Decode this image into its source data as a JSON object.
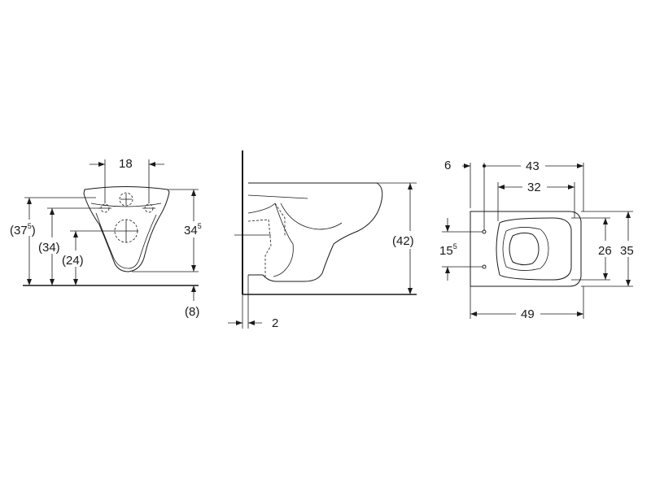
{
  "front_view": {
    "dim_width_holes": "18",
    "dim_height_total": "(37",
    "dim_height_total_sup": "5",
    "dim_height_total_close": ")",
    "dim_height_34": "(34)",
    "dim_height_24": "(24)",
    "dim_height_bowl": "34",
    "dim_height_bowl_sup": "5",
    "dim_below_floor": "(8)"
  },
  "side_view": {
    "dim_height": "(42)",
    "dim_wall_gap": "2"
  },
  "top_view": {
    "dim_offset": "6",
    "dim_length_43": "43",
    "dim_length_32": "32",
    "dim_hole_spacing": "15",
    "dim_hole_spacing_sup": "5",
    "dim_inner_width": "26",
    "dim_outer_width": "35",
    "dim_total_length": "49"
  }
}
